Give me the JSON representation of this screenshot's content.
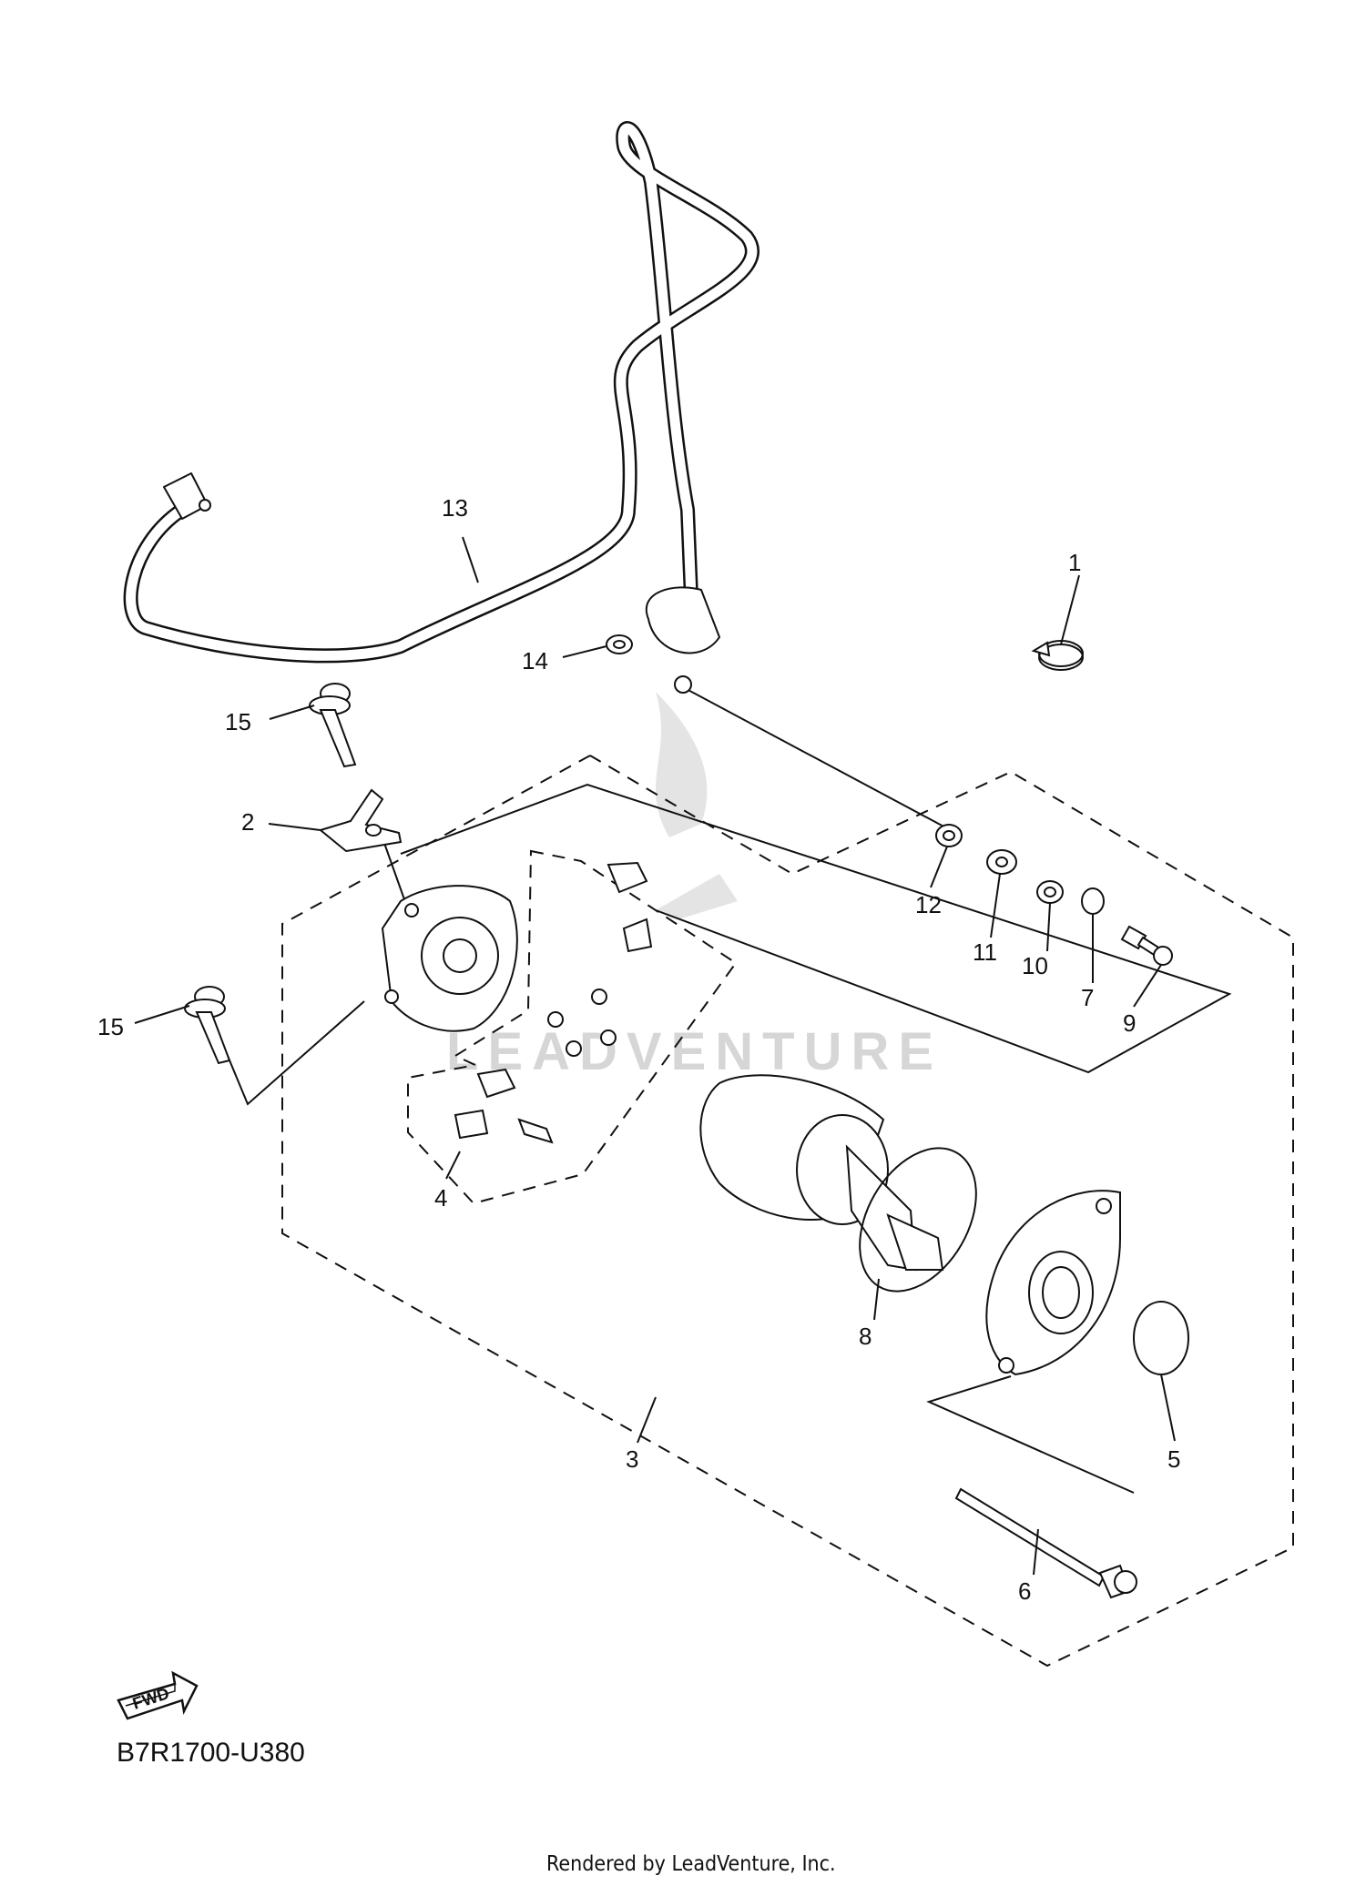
{
  "callouts": [
    {
      "id": "1",
      "label": "1"
    },
    {
      "id": "2",
      "label": "2"
    },
    {
      "id": "3",
      "label": "3"
    },
    {
      "id": "4",
      "label": "4"
    },
    {
      "id": "5",
      "label": "5"
    },
    {
      "id": "6",
      "label": "6"
    },
    {
      "id": "7",
      "label": "7"
    },
    {
      "id": "8",
      "label": "8"
    },
    {
      "id": "9",
      "label": "9"
    },
    {
      "id": "10",
      "label": "10"
    },
    {
      "id": "11",
      "label": "11"
    },
    {
      "id": "12",
      "label": "12"
    },
    {
      "id": "13",
      "label": "13"
    },
    {
      "id": "14",
      "label": "14"
    },
    {
      "id": "15a",
      "label": "15"
    },
    {
      "id": "15b",
      "label": "15"
    }
  ],
  "fwd_badge": "FWD",
  "diagram_code": "B7R1700-U380",
  "watermark": "LEADVENTURE",
  "footer": "Rendered by LeadVenture, Inc."
}
